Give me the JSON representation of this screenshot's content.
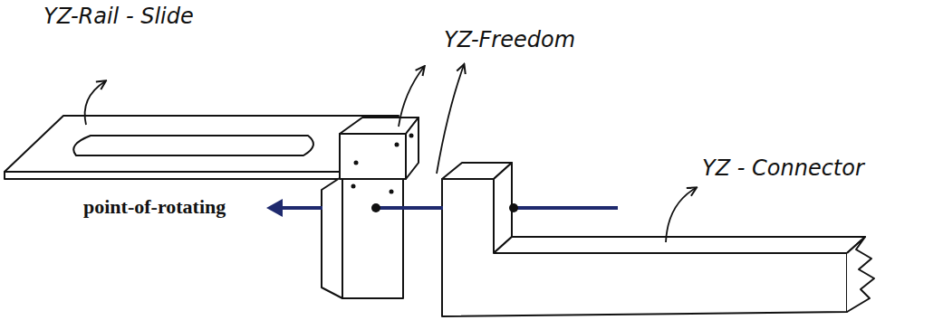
{
  "diagram": {
    "labels": [
      "YZ-Rail - Slide",
      "YZ-Freedom",
      "YZ - Connector",
      "point-of-rotating"
    ]
  }
}
